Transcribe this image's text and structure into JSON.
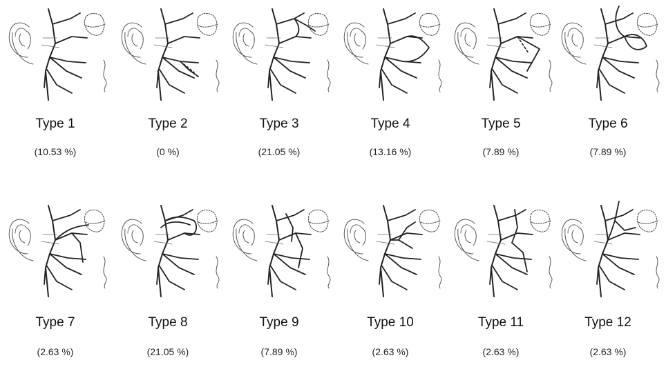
{
  "figure": {
    "rows": [
      [
        {
          "type_label": "Type 1",
          "percent": "(10.53 %)",
          "variant": 1
        },
        {
          "type_label": "Type 2",
          "percent": "(0 %)",
          "variant": 2
        },
        {
          "type_label": "Type 3",
          "percent": "(21.05 %)",
          "variant": 3
        },
        {
          "type_label": "Type 4",
          "percent": "(13.16 %)",
          "variant": 4
        },
        {
          "type_label": "Type 5",
          "percent": "(7.89 %)",
          "variant": 5
        },
        {
          "type_label": "Type 6",
          "percent": "(7.89 %)",
          "variant": 6
        }
      ],
      [
        {
          "type_label": "Type 7",
          "percent": "(2.63 %)",
          "variant": 7
        },
        {
          "type_label": "Type 8",
          "percent": "(21.05 %)",
          "variant": 8
        },
        {
          "type_label": "Type 9",
          "percent": "(7.89 %)",
          "variant": 9
        },
        {
          "type_label": "Type 10",
          "percent": "(2.63 %)",
          "variant": 10
        },
        {
          "type_label": "Type 11",
          "percent": "(2.63 %)",
          "variant": 11
        },
        {
          "type_label": "Type 12",
          "percent": "(2.63 %)",
          "variant": 12
        }
      ]
    ]
  }
}
